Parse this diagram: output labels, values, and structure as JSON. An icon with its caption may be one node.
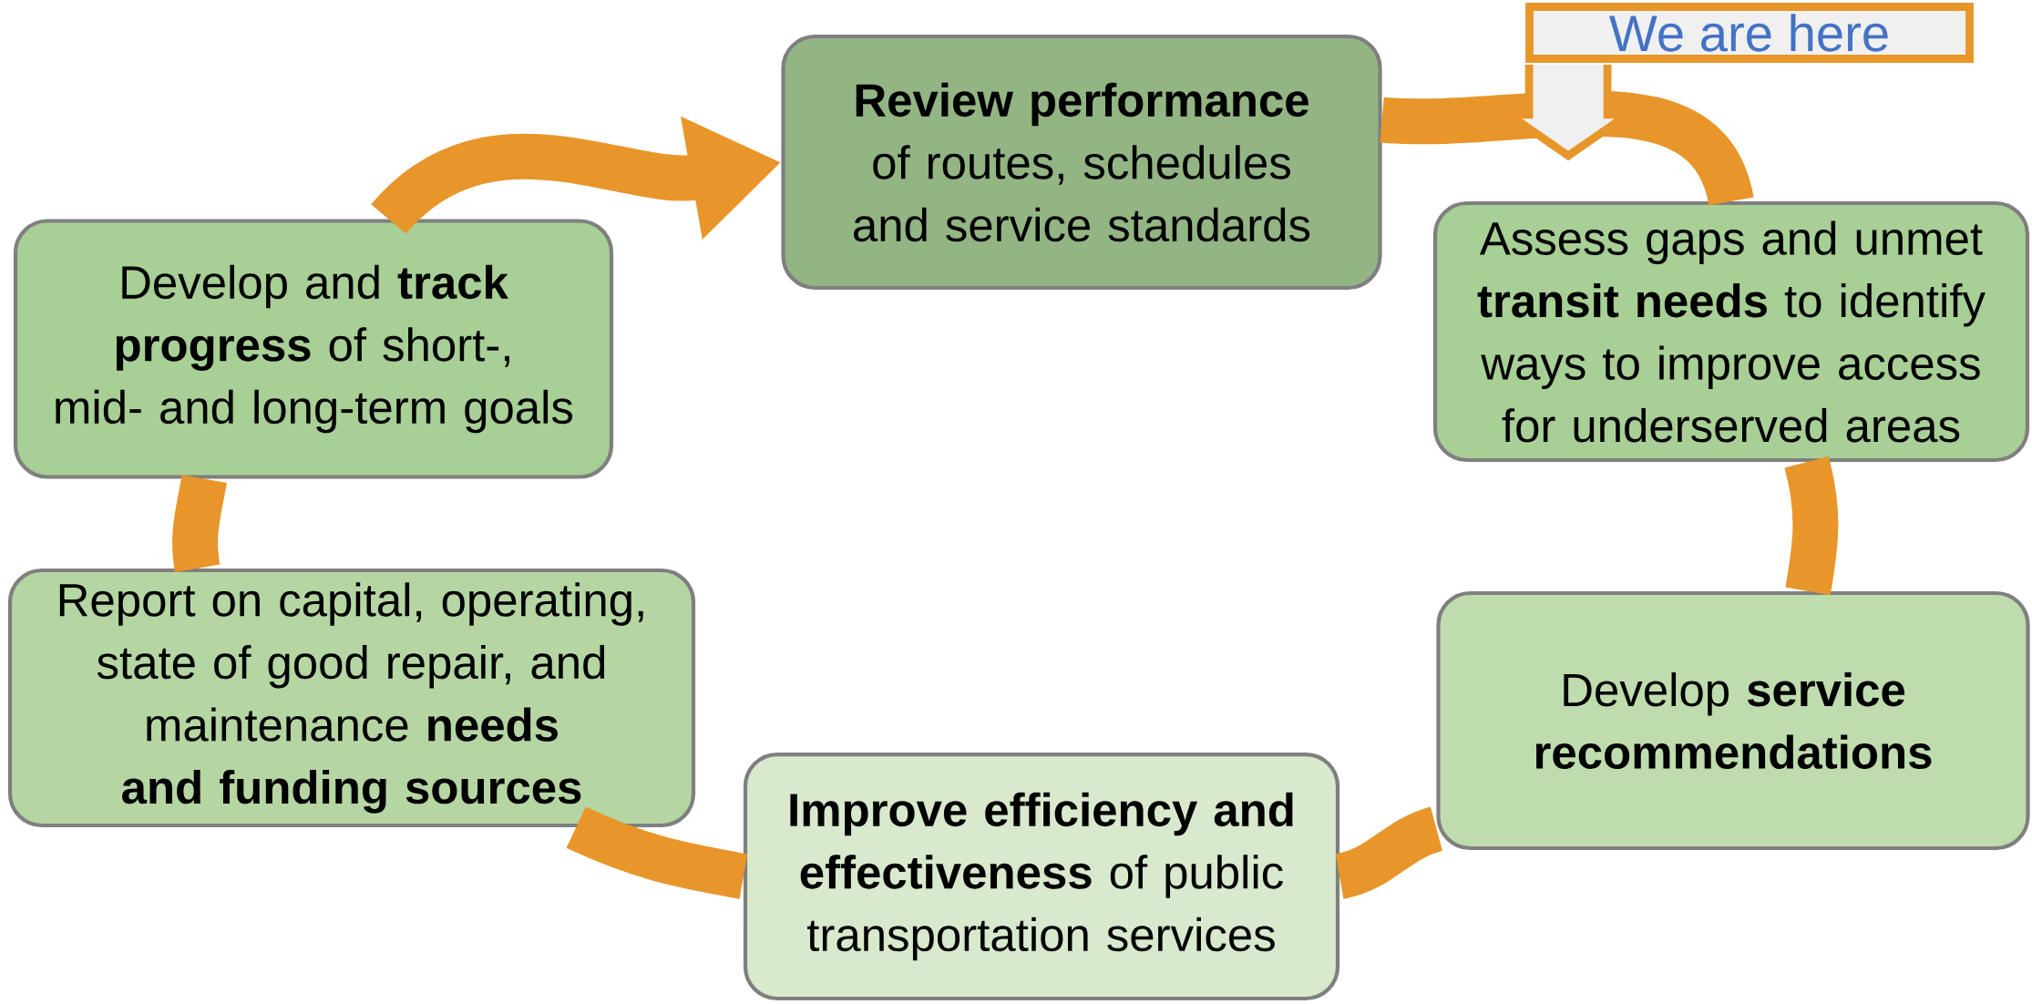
{
  "diagram": {
    "nodes": [
      {
        "text": [
          "**Review performance** of routes, schedules and service standards"
        ]
      },
      {
        "text": [
          "Assess gaps and unmet **transit needs** to identify ways to improve access for underserved areas"
        ]
      },
      {
        "text": [
          "Develop **service recommendations**"
        ]
      },
      {
        "text": [
          "**Improve efficiency and effectiveness** of public transportation services"
        ]
      },
      {
        "text": [
          "Report on capital, operating, state of good repair, and maintenance **needs and funding sources**"
        ]
      },
      {
        "text": [
          "Develop and **track progress** of short-, mid- and long-term goals"
        ]
      },
      {
        "text": [
          "We are here"
        ]
      }
    ],
    "edges": [
      {
        "from": 0,
        "to": 1,
        "arrow": "none"
      },
      {
        "from": 1,
        "to": 2,
        "arrow": "none"
      },
      {
        "from": 2,
        "to": 3,
        "arrow": "none"
      },
      {
        "from": 3,
        "to": 4,
        "arrow": "none"
      },
      {
        "from": 4,
        "to": 5,
        "arrow": "none"
      },
      {
        "from": 5,
        "to": 0,
        "arrow": "to"
      },
      {
        "from": 6,
        "to": null,
        "arrow": "to"
      }
    ]
  }
}
